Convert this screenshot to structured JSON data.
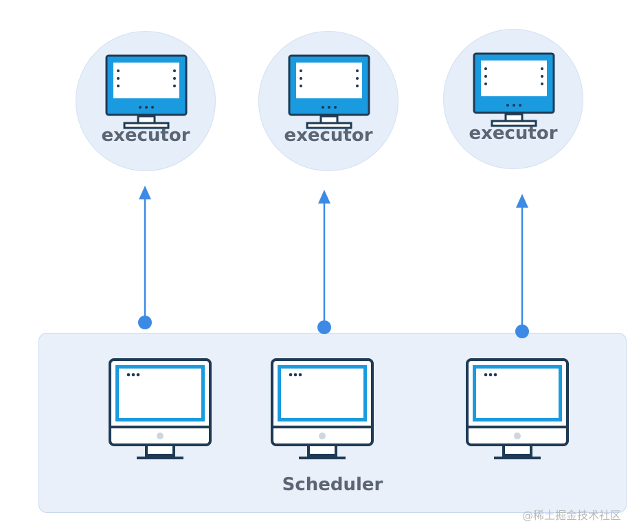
{
  "executors": [
    {
      "label": "executor"
    },
    {
      "label": "executor"
    },
    {
      "label": "executor"
    }
  ],
  "scheduler": {
    "label": "Scheduler",
    "machine_count": 3
  },
  "watermark": "@稀土掘金技术社区",
  "colors": {
    "arrow": "#3d8ae5",
    "screen": "#1a9be0",
    "screen_inner": "#ffffff",
    "outline": "#1e3a55",
    "node_fill": "#e6eef9",
    "panel_fill": "#e9f0fa"
  }
}
